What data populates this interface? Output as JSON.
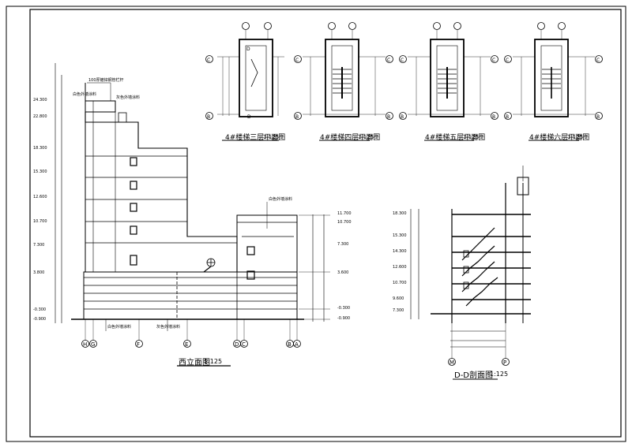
{
  "drawing": {
    "elevation_title": "西立面图",
    "elevation_scale": "1:125",
    "section_title": "D-D剖面图",
    "section_scale": "1:125",
    "stair_plans": [
      {
        "title": "4#楼梯三层平面图",
        "scale": "1:125"
      },
      {
        "title": "4#楼梯四层平面图",
        "scale": "1:125"
      },
      {
        "title": "4#楼梯五层平面图",
        "scale": "1:125"
      },
      {
        "title": "4#楼梯六层平面图",
        "scale": "1:125"
      }
    ],
    "elevation_levels": [
      "24.300",
      "22.800",
      "18.300",
      "15.300",
      "12.600",
      "10.700",
      "7.300",
      "3.800",
      "-0.300",
      "-0.900"
    ],
    "right_levels": [
      "11.700",
      "10.700",
      "7.300",
      "3.600",
      "-0.300",
      "-0.900"
    ],
    "section_levels": [
      "18.300",
      "15.300",
      "14.300",
      "12.600",
      "10.700",
      "9.600",
      "7.300"
    ],
    "axes_elevation": [
      "H",
      "G",
      "F",
      "E",
      "D",
      "C",
      "B",
      "A"
    ],
    "axes_section": [
      "M",
      "P"
    ],
    "axes_plan": [
      "C",
      "B"
    ],
    "notes": {
      "n1": "100厚镀锌钢管栏杆",
      "n2": "白色外墙涂料",
      "n3": "灰色外墙涂料",
      "n4": "白色外墙涂料",
      "n5": "白色外墙涂料",
      "n6": "灰色外墙涂料"
    },
    "plan_marks": {
      "section_mark": "D"
    }
  }
}
